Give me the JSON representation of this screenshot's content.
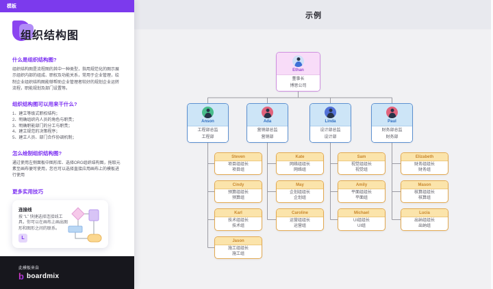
{
  "colors": {
    "accent_purple": "#7c3aed",
    "heading_purple": "#7b2ff2",
    "topband_bg": "#e8e9ee",
    "canvas_bg": "#f1f1f3",
    "footer_bg": "#17171d",
    "root_border": "#cf8fe0",
    "root_head": "#f8dcf8",
    "manager_border": "#5a8fd0",
    "manager_head": "#cde5f7",
    "team_border": "#e2a84e",
    "team_head": "#fbe4ab",
    "connector": "#9a9aa2"
  },
  "sidebar": {
    "topbar_label": "模板",
    "title": "组织结构图",
    "sections": {
      "what": {
        "heading": "什么是组织结构图?",
        "body": "组织结构图是流程图的其中一种类型，指用规范化的图示展示组织内部的组成、职权及功能关系，常用于企业管理，绘制企业组织结构图能够帮助企业管理者较好的规划企业运转流程，职能规划及部门设置等。"
      },
      "uses": {
        "heading": "组织结构图可以用来干什么?",
        "items": [
          "1、建立等级式职权结构；",
          "2、明确组织内人员的角色与职责；",
          "3、明确职能部门的分工与职责；",
          "4、建立规范的决策程序；",
          "5、建立人员、部门合作协调机制；"
        ]
      },
      "how": {
        "heading": "怎么绘制组织结构图?",
        "body": "通过使用左侧面板中图形库、选择ORG组织结构图，拖取元素至画布便可使用，您也可以选择直接应用画布上的模板进行使用"
      },
      "tips": {
        "heading": "更多实用技巧"
      }
    },
    "tip_card": {
      "title": "连接线",
      "body": "按 “L” 快捷选择连接线工具，你可以在画布上画出图形和图形之间的联系。",
      "key_label": "L"
    },
    "footer": {
      "caption": "此模板来自",
      "brand": "boardmix"
    }
  },
  "canvas": {
    "title": "示例"
  },
  "org": {
    "root": {
      "name": "Ethan",
      "role": "董事长",
      "dept": "博思公司"
    },
    "managers": [
      {
        "name": "Anson",
        "role": "工程部总监",
        "dept": "工程部"
      },
      {
        "name": "Ada",
        "role": "营销部总监",
        "dept": "营销部"
      },
      {
        "name": "Linda",
        "role": "设计部总监",
        "dept": "设计部"
      },
      {
        "name": "Paul",
        "role": "财务部总监",
        "dept": "财务部"
      }
    ],
    "teams": [
      [
        {
          "name": "Steven",
          "role": "项目组组长",
          "dept": "项目组"
        },
        {
          "name": "Cindy",
          "role": "预算组组长",
          "dept": "预算组"
        },
        {
          "name": "Karl",
          "role": "技术组组长",
          "dept": "技术组"
        },
        {
          "name": "Jason",
          "role": "施工组组长",
          "dept": "施工组"
        }
      ],
      [
        {
          "name": "Kate",
          "role": "网络组组长",
          "dept": "网络组"
        },
        {
          "name": "May",
          "role": "企划组组长",
          "dept": "企划组"
        },
        {
          "name": "Caroline",
          "role": "运营组组长",
          "dept": "运营组"
        }
      ],
      [
        {
          "name": "Sam",
          "role": "视觉组组长",
          "dept": "视觉组"
        },
        {
          "name": "Amily",
          "role": "平面组组长",
          "dept": "平面组"
        },
        {
          "name": "Michael",
          "role": "UI组组长",
          "dept": "UI组"
        }
      ],
      [
        {
          "name": "Elizabeth",
          "role": "财务组组长",
          "dept": "财务组"
        },
        {
          "name": "Mason",
          "role": "核算组组长",
          "dept": "核算组"
        },
        {
          "name": "Lucia",
          "role": "出纳组组长",
          "dept": "出纳组"
        }
      ]
    ]
  }
}
